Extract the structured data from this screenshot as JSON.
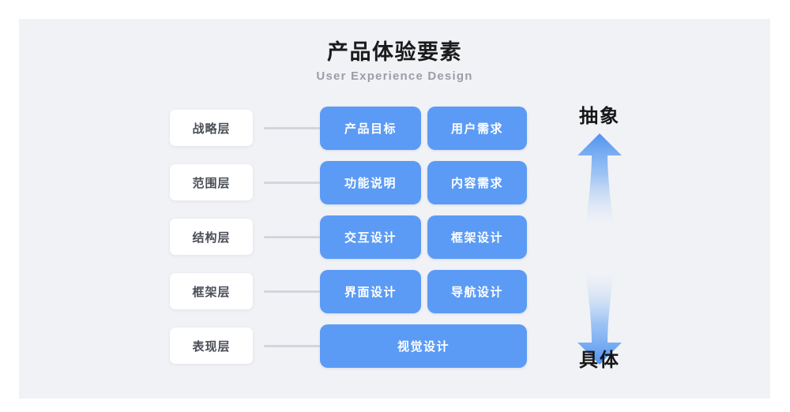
{
  "header": {
    "title": "产品体验要素",
    "subtitle": "User Experience Design"
  },
  "colors": {
    "card_background": "#f1f2f6",
    "cell_blue": "#5b9bf5",
    "label_white": "#ffffff",
    "connector_gray": "#d3d5dc",
    "title_black": "#1b1b1b",
    "subtitle_gray": "#9b9ea6"
  },
  "axis": {
    "top_label": "抽象",
    "bottom_label": "具体",
    "up_arrow_icon": "arrow-up-gradient-icon",
    "down_arrow_icon": "arrow-down-gradient-icon"
  },
  "layers": [
    {
      "label": "战略层",
      "cells": [
        "产品目标",
        "用户需求"
      ],
      "full_width": false
    },
    {
      "label": "范围层",
      "cells": [
        "功能说明",
        "内容需求"
      ],
      "full_width": false
    },
    {
      "label": "结构层",
      "cells": [
        "交互设计",
        "框架设计"
      ],
      "full_width": false
    },
    {
      "label": "框架层",
      "cells": [
        "界面设计",
        "导航设计"
      ],
      "full_width": false
    },
    {
      "label": "表现层",
      "cells": [
        "视觉设计"
      ],
      "full_width": true
    }
  ]
}
